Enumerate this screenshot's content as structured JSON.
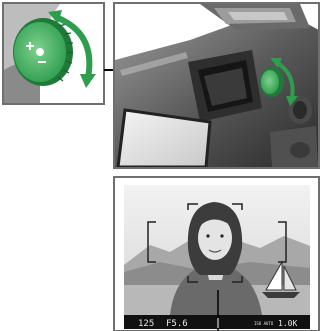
{
  "colors": {
    "accent": "#2e9e4e",
    "accent_light": "#bfe6c6",
    "accent_dark": "#1f7a3a",
    "camera_body": "#3a3a3a",
    "camera_highlight": "#d9d9d9",
    "frame_border": "#6f6f6f",
    "line": "#000000"
  },
  "icons": {
    "diopter_dial": "diopter-dial-icon",
    "rotate_arrow": "rotate-arrow-icon"
  },
  "viewfinder": {
    "shutter": "125",
    "aperture": "F5.6",
    "iso_label": "ISO AUTO",
    "frames": "1.0K"
  }
}
